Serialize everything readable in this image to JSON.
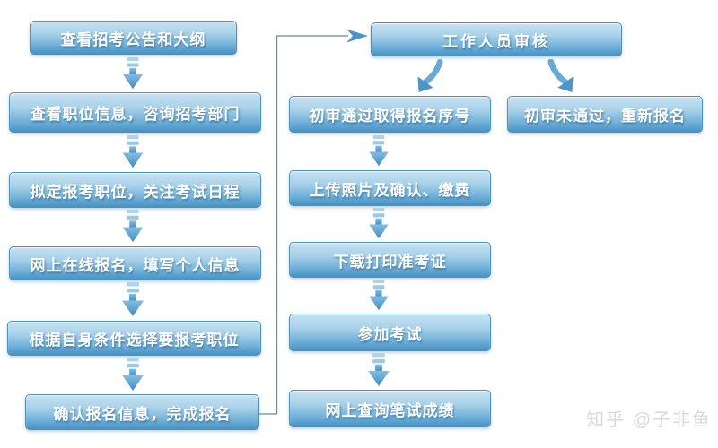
{
  "flowchart": {
    "left_column": [
      {
        "label": "查看招考公告和大纲"
      },
      {
        "label": "查看职位信息，咨询招考部门"
      },
      {
        "label": "拟定报考职位，关注考试日程"
      },
      {
        "label": "网上在线报名，填写个人信息"
      },
      {
        "label": "根据自身条件选择要报考职位"
      },
      {
        "label": "确认报名信息，完成报名"
      }
    ],
    "review_box": {
      "label": "工作人员审核"
    },
    "middle_column": [
      {
        "label": "初审通过取得报名序号"
      },
      {
        "label": "上传照片及确认、缴费"
      },
      {
        "label": "下载打印准考证"
      },
      {
        "label": "参加考试"
      },
      {
        "label": "网上查询笔试成绩"
      }
    ],
    "fail_box": {
      "label": "初审未通过，重新报名"
    }
  },
  "watermark": {
    "text": "知乎 @子非鱼"
  },
  "colors": {
    "box_gradient_top": "#c6e2f2",
    "box_gradient_bottom": "#4792c4",
    "box_border": "#4f8fbc",
    "arrow_blue": "#4d95c6",
    "arrow_stripe": "#aed4ea",
    "connector_line": "#74878f",
    "watermark_gray": "#d9d9d9",
    "text_white": "#ffffff"
  }
}
